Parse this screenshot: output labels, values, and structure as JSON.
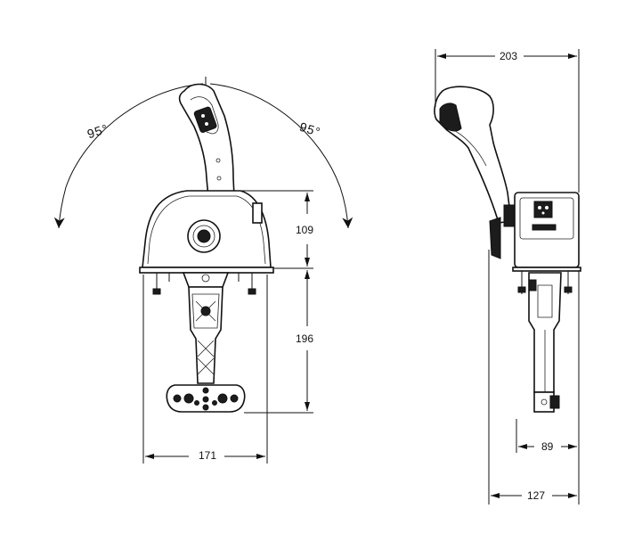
{
  "front_view": {
    "angle_left": "95°",
    "angle_right": "95°",
    "dim_upper_height": "109",
    "dim_lower_height": "196",
    "dim_width": "171"
  },
  "side_view": {
    "dim_overall_width": "203",
    "dim_lower_width": "89",
    "dim_base_width": "127"
  }
}
